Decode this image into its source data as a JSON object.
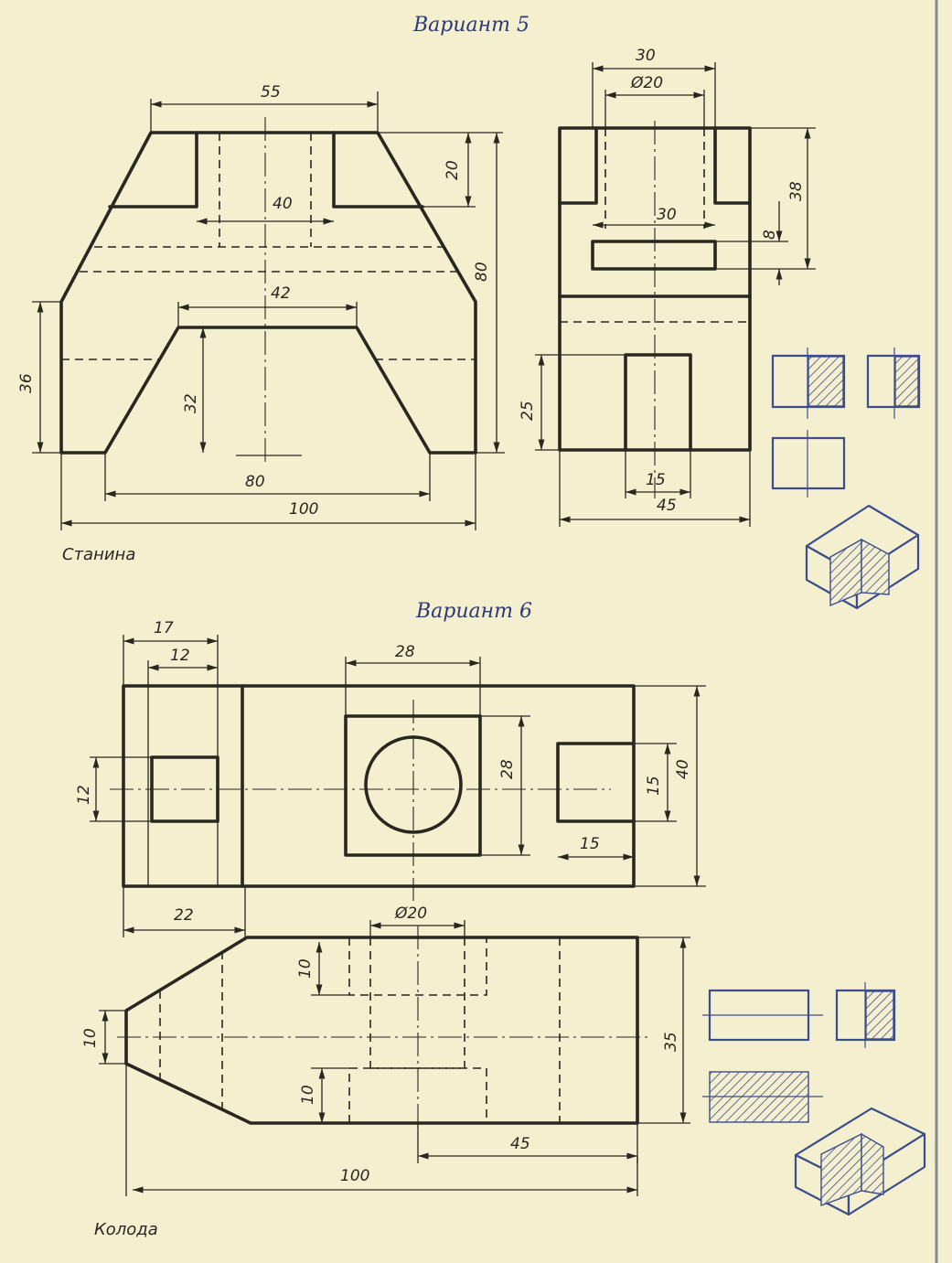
{
  "variant5": {
    "title": "Вариант 5",
    "caption": "Станина",
    "dims": {
      "d55": "55",
      "d40": "40",
      "d20": "20",
      "d80v": "80",
      "d42": "42",
      "d36": "36",
      "d32": "32",
      "d80h": "80",
      "d100": "100",
      "s30top": "30",
      "sphi20": "Ø20",
      "s30mid": "30",
      "s38": "38",
      "s8": "8",
      "s25": "25",
      "s15": "15",
      "s45": "45"
    }
  },
  "variant6": {
    "title": "Вариант 6",
    "caption": "Колода",
    "dims": {
      "d17": "17",
      "d12top": "12",
      "d28h": "28",
      "d12left": "12",
      "d28v": "28",
      "d15v": "15",
      "d40": "40",
      "d15h": "15",
      "d22": "22",
      "dphi20": "Ø20",
      "d10top": "10",
      "d10left": "10",
      "d10bot": "10",
      "d35": "35",
      "d45": "45",
      "d100": "100"
    }
  },
  "colors": {
    "paper": "#f3efcf",
    "ink": "#2b2620",
    "accent_blue": "#3c4d8c"
  }
}
